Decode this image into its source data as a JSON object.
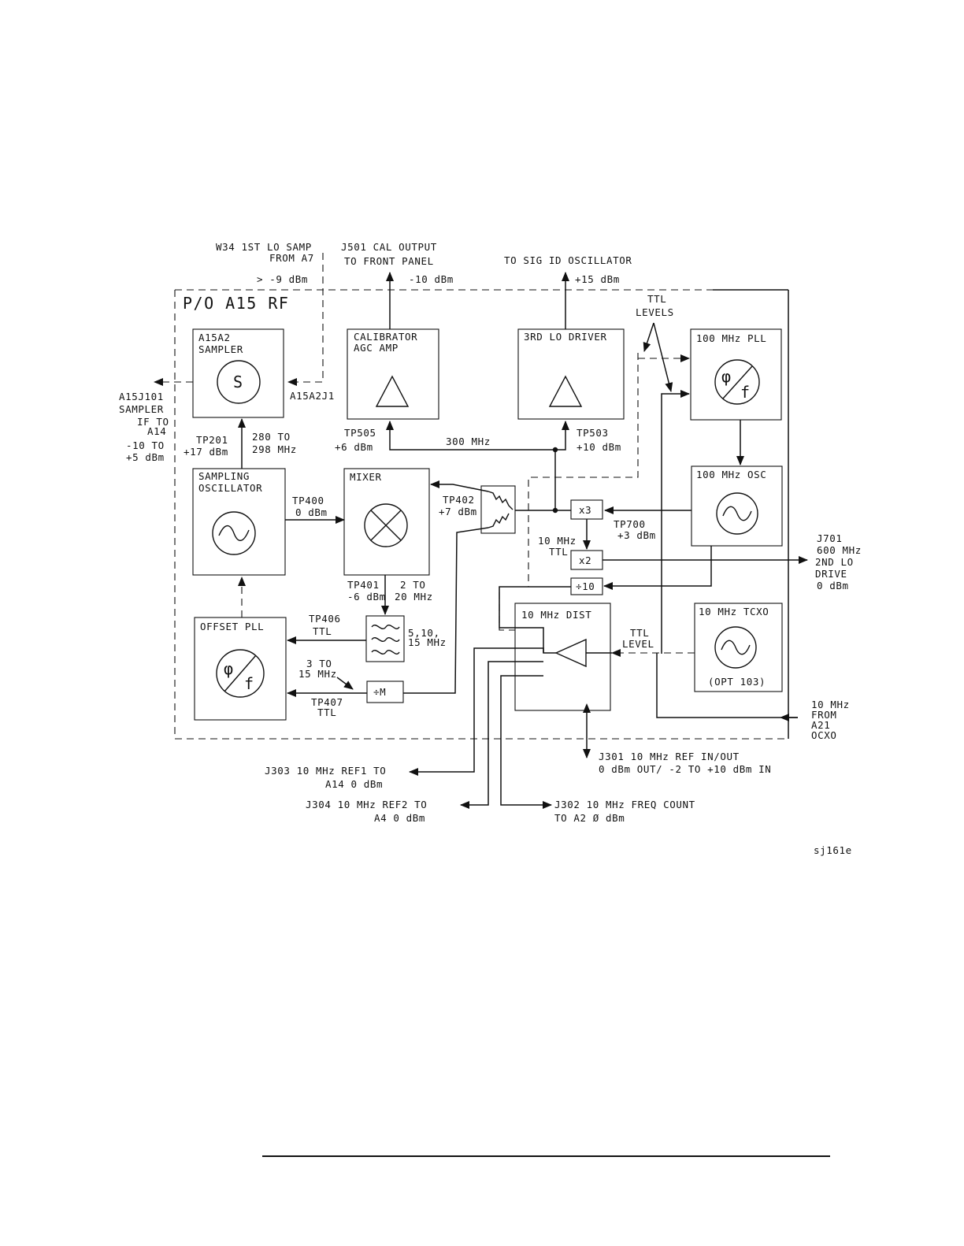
{
  "figure_id": "sj161e",
  "section": "P/O A15 RF",
  "blocks": {
    "sampler": [
      "A15A2",
      "SAMPLER"
    ],
    "sampler_symbol": "S",
    "calibrator": [
      "CALIBRATOR",
      "AGC AMP"
    ],
    "lo_driver": "3RD LO DRIVER",
    "pll_100": "100 MHz PLL",
    "osc_100": "100 MHz OSC",
    "sampling_osc": [
      "SAMPLING",
      "OSCILLATOR"
    ],
    "mixer": "MIXER",
    "offset_pll": "OFFSET PLL",
    "dist_10": "10 MHz DIST",
    "tcxo": "10 MHz TCXO",
    "tcxo_opt": "(OPT 103)",
    "mult3": "x3",
    "mult2": "x2",
    "div10": "÷10",
    "divM": "÷M",
    "phi": "φ",
    "f": "f"
  },
  "labels": {
    "w34": [
      "W34 1ST LO SAMP",
      "FROM A7"
    ],
    "w34_level": "> -9 dBm",
    "j501": [
      "J501 CAL OUTPUT",
      "TO FRONT PANEL"
    ],
    "j501_level": "-10 dBm",
    "sig_id": "TO SIG ID OSCILLATOR",
    "sig_id_level": "+15 dBm",
    "ttl_levels": [
      "TTL",
      "LEVELS"
    ],
    "a15j101": [
      "A15J101",
      "SAMPLER",
      "IF TO",
      "A14",
      "-10 TO",
      "+5 dBm"
    ],
    "a15a2j1": "A15A2J1",
    "tp201": [
      "TP201",
      "+17 dBm"
    ],
    "freq_280": [
      "280 TO",
      "298 MHz"
    ],
    "tp505": [
      "TP505",
      "+6 dBm"
    ],
    "mhz300": "300 MHz",
    "tp503": [
      "TP503",
      "+10 dBm"
    ],
    "tp400": [
      "TP400",
      "0 dBm"
    ],
    "tp402": [
      "TP402",
      "+7 dBm"
    ],
    "tp700": [
      "TP700",
      "+3 dBm"
    ],
    "ttl10": [
      "10 MHz",
      "TTL"
    ],
    "j701": [
      "J701",
      "600 MHz",
      "2ND LO",
      "DRIVE",
      "0 dBm"
    ],
    "tp401": [
      "TP401",
      "-6 dBm"
    ],
    "freq_2_20": [
      "2 TO",
      "20 MHz"
    ],
    "tp406": [
      "TP406",
      "TTL"
    ],
    "filt_freqs": [
      "5,10,",
      "15 MHz"
    ],
    "freq_3_15": [
      "3 TO",
      "15 MHz"
    ],
    "tp407": [
      "TP407",
      "TTL"
    ],
    "ttl_level": [
      "TTL",
      "LEVEL"
    ],
    "mhz10_from": [
      "10 MHz",
      "FROM",
      "A21",
      "OCXO"
    ],
    "j301": [
      "J301 10 MHz REF IN/OUT",
      "0 dBm OUT/ -2 TO +10 dBm IN"
    ],
    "j303": [
      "J303 10 MHz REF1 TO",
      "A14 0 dBm"
    ],
    "j304": [
      "J304 10 MHz REF2 TO",
      "A4 0 dBm"
    ],
    "j302": [
      "J302 10 MHz FREQ COUNT",
      "TO A2 Ø dBm"
    ]
  }
}
